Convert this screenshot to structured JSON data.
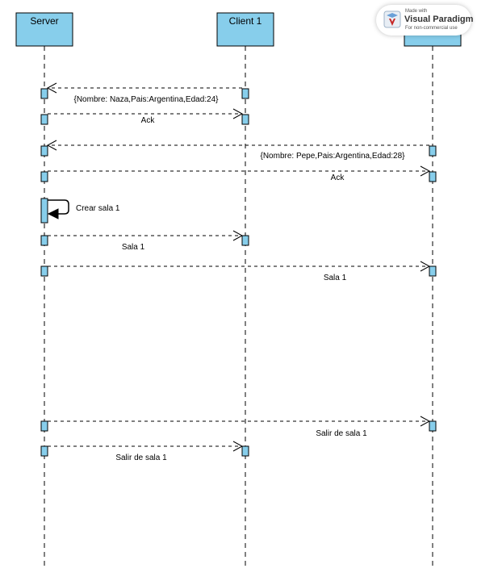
{
  "participants": [
    {
      "id": "server",
      "label": "Server"
    },
    {
      "id": "client1",
      "label": "Client 1"
    },
    {
      "id": "client2",
      "label": ""
    }
  ],
  "messages": [
    {
      "from": "client1",
      "to": "server",
      "label": "{Nombre: Naza,Pais:Argentina,Edad:24}"
    },
    {
      "from": "server",
      "to": "client1",
      "label": "Ack"
    },
    {
      "from": "client2",
      "to": "server",
      "label": "{Nombre: Pepe,Pais:Argentina,Edad:28}"
    },
    {
      "from": "server",
      "to": "client2",
      "label": "Ack"
    },
    {
      "from": "server",
      "to": "server",
      "label": "Crear sala 1",
      "self": true
    },
    {
      "from": "server",
      "to": "client1",
      "label": "Sala 1"
    },
    {
      "from": "server",
      "to": "client2",
      "label": "Sala 1"
    },
    {
      "from": "server",
      "to": "client2",
      "label": "Salir de sala 1"
    },
    {
      "from": "server",
      "to": "client1",
      "label": "Salir de sala 1"
    }
  ],
  "watermark": {
    "made_with": "Made with",
    "brand": "Visual Paradigm",
    "note": "For non-commercial use"
  },
  "colors": {
    "lifeline_fill": "#87ceeb",
    "line": "#000000"
  }
}
